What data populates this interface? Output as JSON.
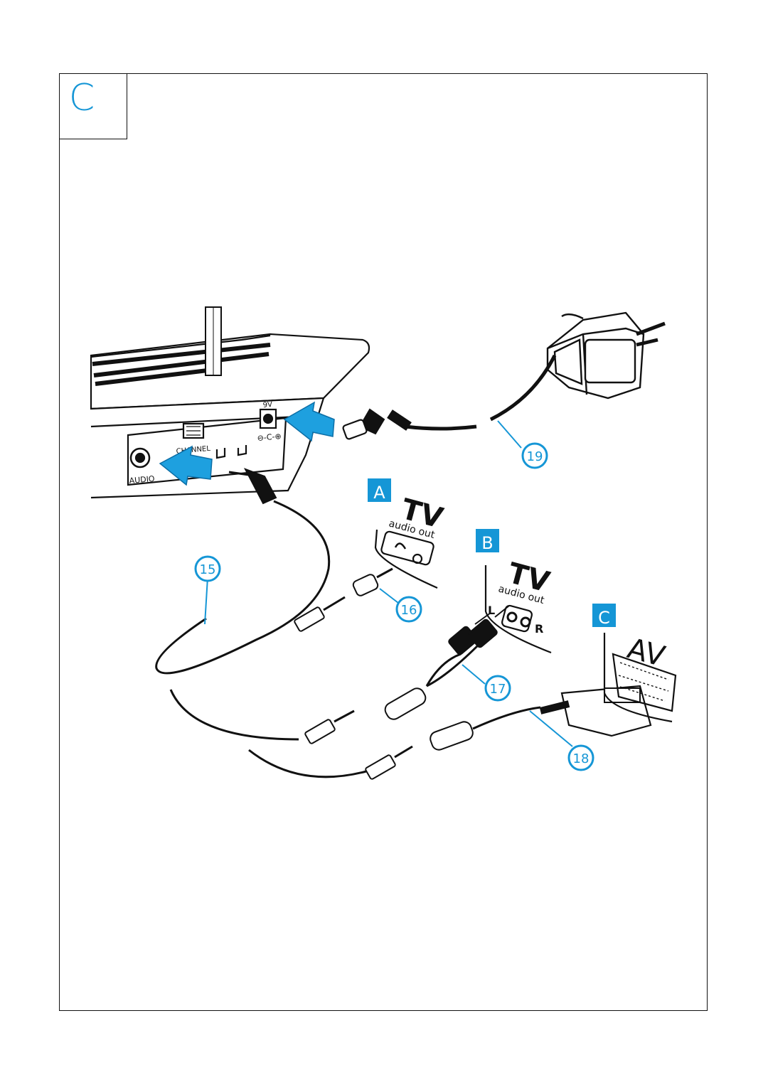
{
  "section": {
    "letter": "C"
  },
  "base_station": {
    "audio_label": "AUDIO",
    "channel_label": "CHANNEL",
    "voltage_label": "9V",
    "polarity_label": "⊖-C-⊕"
  },
  "options": [
    {
      "badge": "A",
      "device": "TV",
      "port_label": "audio out",
      "left_label": "",
      "right_label": ""
    },
    {
      "badge": "B",
      "device": "TV",
      "port_label": "audio out",
      "left_label": "L",
      "right_label": "R"
    },
    {
      "badge": "C",
      "device": "AV",
      "port_label": "",
      "left_label": "",
      "right_label": ""
    }
  ],
  "callouts": [
    {
      "id": "15",
      "text": "15"
    },
    {
      "id": "16",
      "text": "16"
    },
    {
      "id": "17",
      "text": "17"
    },
    {
      "id": "18",
      "text": "18"
    },
    {
      "id": "19",
      "text": "19"
    }
  ],
  "colors": {
    "accent": "#1596d6",
    "ink": "#111111",
    "arrow": "#1ea0df"
  }
}
